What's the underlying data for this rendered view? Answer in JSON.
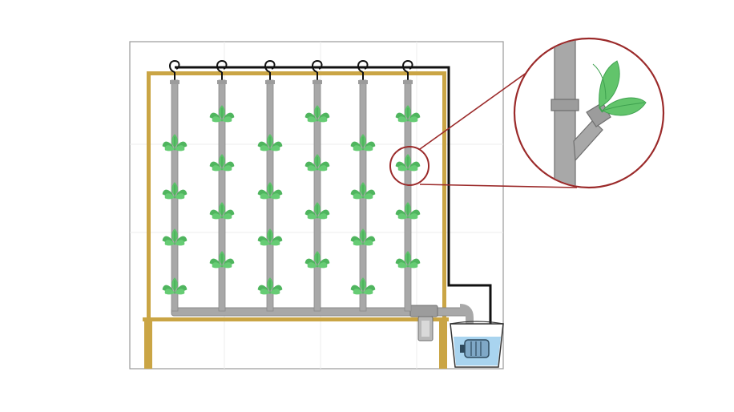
{
  "diagram": {
    "tower_count": 6,
    "plant_levels": {
      "tower_1": [
        1,
        2,
        3,
        4
      ],
      "tower_2": [
        0,
        1,
        2,
        3
      ],
      "tower_3": [
        1,
        2,
        3,
        4
      ],
      "tower_4": [
        0,
        1,
        2,
        3
      ],
      "tower_5": [
        1,
        2,
        3,
        4
      ],
      "tower_6": [
        0,
        1,
        2,
        3
      ]
    },
    "colors": {
      "frame": "#caa545",
      "pipe": "#a8a8a8",
      "pipe_outline": "#8a8a8a",
      "hose": "#111111",
      "leaf": "#5cc26a",
      "leaf_dark": "#3ea14f",
      "callout": "#9b2a2a",
      "water": "#a9d4ef",
      "border": "#9a9a9a"
    },
    "icons": [
      "hook-icon",
      "plant-icon",
      "pump-icon",
      "filter-icon",
      "magnifier-callout"
    ]
  }
}
